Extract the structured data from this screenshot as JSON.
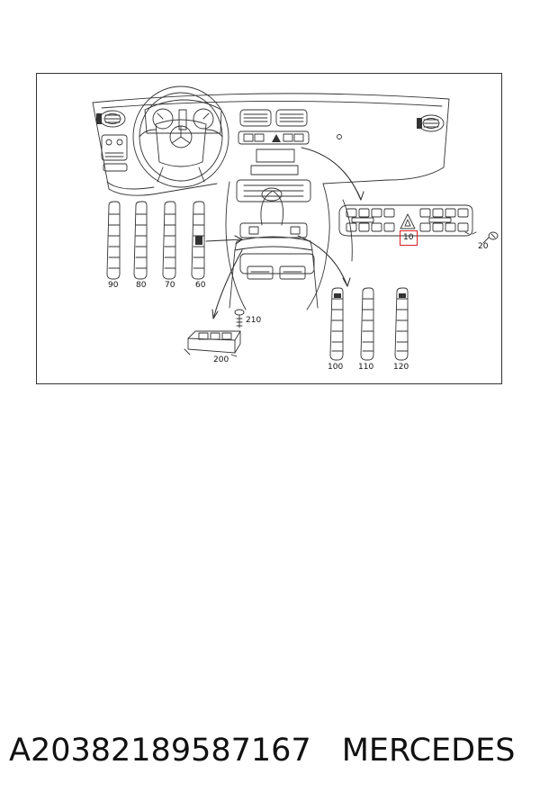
{
  "diagram": {
    "callouts": {
      "c10": "10",
      "c20": "20",
      "c60": "60",
      "c70": "70",
      "c80": "80",
      "c90": "90",
      "c100": "100",
      "c110": "110",
      "c120": "120",
      "c200": "200",
      "c210": "210"
    },
    "highlighted_callout": "10",
    "highlight_color": "#d82020",
    "line_color": "#333333"
  },
  "footer": {
    "part_number": "A2038218958716​7",
    "brand": "MERCEDES"
  }
}
